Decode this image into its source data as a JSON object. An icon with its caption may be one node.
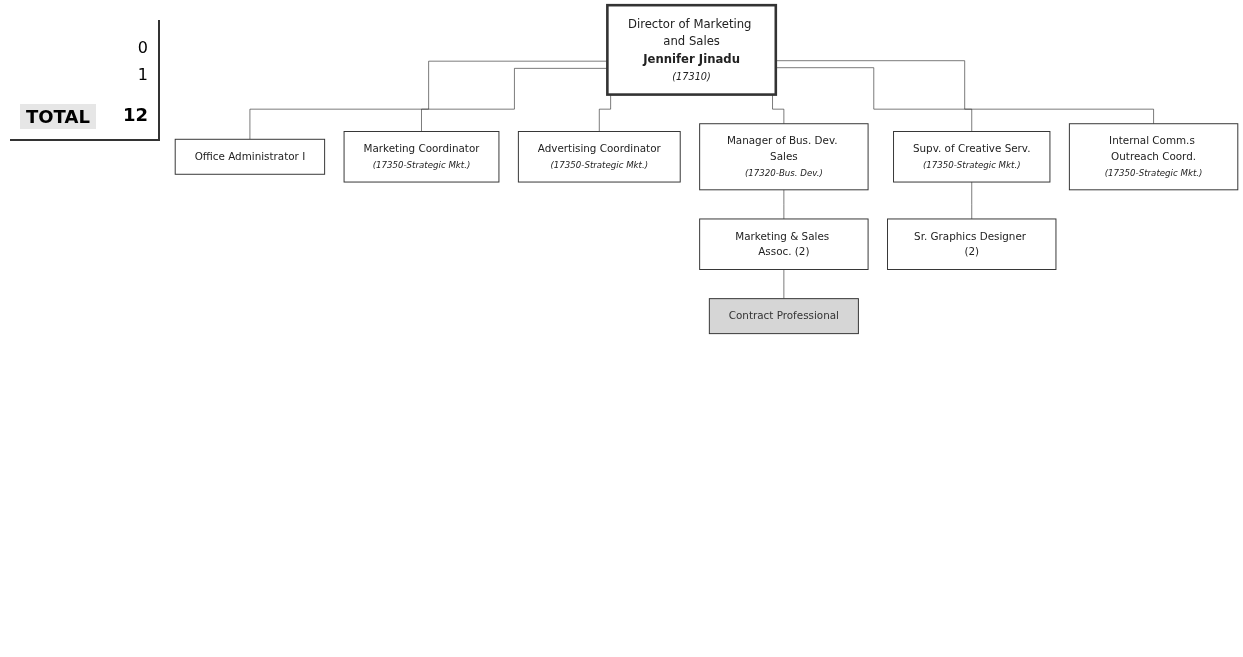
{
  "diagram": {
    "nodes": [
      {
        "text": [
          "Director of Marketing and Sales",
          "Jennifer Jinadu",
          "(17310)"
        ]
      },
      {
        "text": [
          "Office Administrator I"
        ]
      },
      {
        "text": [
          "Marketing Coordinator",
          "(17350-Strategic Mkt.)"
        ]
      },
      {
        "text": [
          "Advertising Coordinator",
          "(17350-Strategic Mkt.)"
        ]
      },
      {
        "text": [
          "Manager of Bus. Dev. Sales",
          "(17320-Bus. Dev.)"
        ]
      },
      {
        "text": [
          "Supv. of Creative Serv.",
          "(17350-Strategic Mkt.)"
        ]
      },
      {
        "text": [
          "Internal Comm.s Outreach Coord.",
          "(17350-Strategic Mkt.)"
        ]
      },
      {
        "text": [
          "Marketing & Sales Assoc. (2)"
        ]
      },
      {
        "text": [
          "Sr. Graphics Designer (2)"
        ]
      },
      {
        "text": [
          "Contract Professional"
        ]
      }
    ],
    "edges": [
      {
        "from": 0,
        "to": 1,
        "arrow": "none"
      },
      {
        "from": 0,
        "to": 2,
        "arrow": "none"
      },
      {
        "from": 0,
        "to": 3,
        "arrow": "none"
      },
      {
        "from": 0,
        "to": 4,
        "arrow": "none"
      },
      {
        "from": 0,
        "to": 5,
        "arrow": "none"
      },
      {
        "from": 0,
        "to": 6,
        "arrow": "none"
      },
      {
        "from": 4,
        "to": 7,
        "arrow": "none"
      },
      {
        "from": 5,
        "to": 8,
        "arrow": "none"
      },
      {
        "from": 7,
        "to": 9,
        "arrow": "none"
      }
    ],
    "labels": [
      "0",
      "1",
      "TOTAL",
      "12"
    ]
  }
}
